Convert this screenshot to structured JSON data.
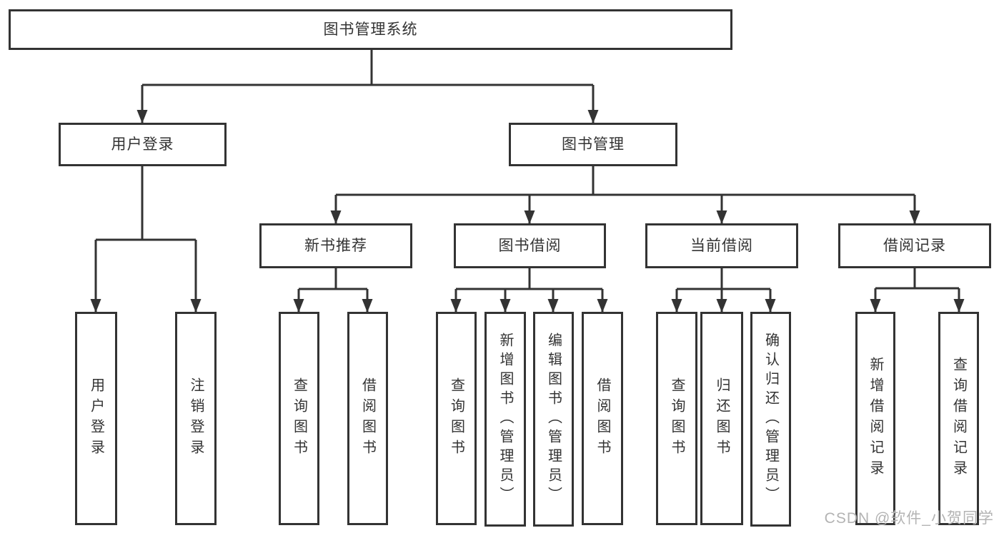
{
  "page": {
    "background_color": "#ffffff",
    "line_color": "#333333",
    "text_color": "#333333"
  },
  "watermark": {
    "text": "CSDN @软件_小贺同学",
    "color": "#b3b3b3"
  },
  "tree": {
    "root": {
      "label": "图书管理系统"
    },
    "level2": [
      {
        "label": "用户登录",
        "parent": "图书管理系统"
      },
      {
        "label": "图书管理",
        "parent": "图书管理系统"
      }
    ],
    "level3": [
      {
        "label": "新书推荐",
        "parent": "图书管理"
      },
      {
        "label": "图书借阅",
        "parent": "图书管理"
      },
      {
        "label": "当前借阅",
        "parent": "图书管理"
      },
      {
        "label": "借阅记录",
        "parent": "图书管理"
      }
    ],
    "leaves": [
      {
        "label": "用户登录",
        "parent": "用户登录"
      },
      {
        "label": "注销登录",
        "parent": "用户登录"
      },
      {
        "label": "查询图书",
        "parent": "新书推荐"
      },
      {
        "label": "借阅图书",
        "parent": "新书推荐"
      },
      {
        "label": "查询图书",
        "parent": "图书借阅"
      },
      {
        "label": "新增图书（管理员）",
        "parent": "图书借阅"
      },
      {
        "label": "编辑图书（管理员）",
        "parent": "图书借阅"
      },
      {
        "label": "借阅图书",
        "parent": "图书借阅"
      },
      {
        "label": "查询图书",
        "parent": "当前借阅"
      },
      {
        "label": "归还图书",
        "parent": "当前借阅"
      },
      {
        "label": "确认归还（管理员）",
        "parent": "当前借阅"
      },
      {
        "label": "新增借阅记录",
        "parent": "借阅记录"
      },
      {
        "label": "查询借阅记录",
        "parent": "借阅记录"
      }
    ]
  }
}
